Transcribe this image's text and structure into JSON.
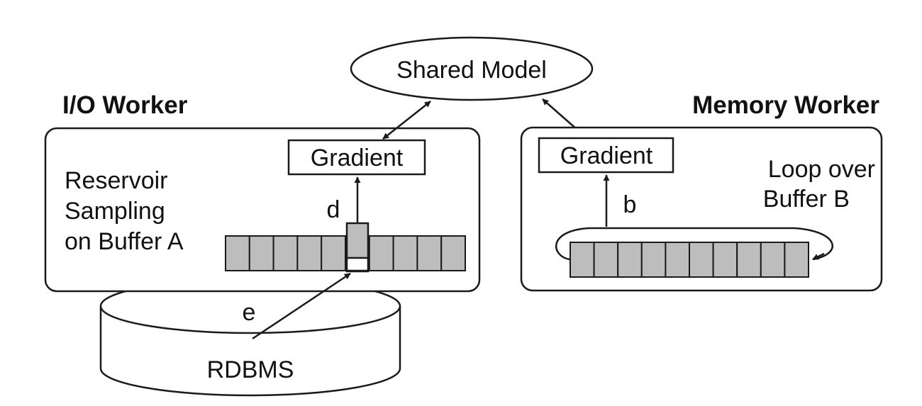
{
  "shared_model": {
    "label": "Shared Model"
  },
  "io_worker": {
    "title": "I/O Worker",
    "gradient_label": "Gradient",
    "desc_lines": [
      "Reservoir",
      "Sampling",
      "on Buffer A"
    ],
    "edge_up_label": "d",
    "edge_in_label": "e"
  },
  "memory_worker": {
    "title": "Memory Worker",
    "gradient_label": "Gradient",
    "desc_lines": [
      "Loop over",
      "Buffer B"
    ],
    "edge_up_label": "b"
  },
  "database": {
    "label": "RDBMS"
  },
  "colors": {
    "cell_fill": "#bdbdbd",
    "line": "#1a1a1a"
  }
}
